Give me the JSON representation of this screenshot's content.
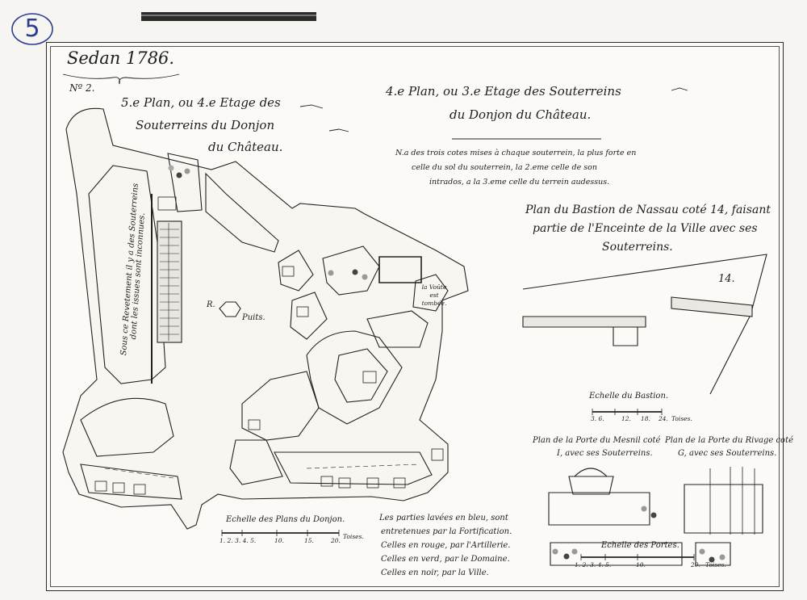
{
  "sheet": {
    "corner_number": "5",
    "header_title": "Sedan 1786.",
    "sheet_number": "Nº 2.",
    "left_title_line1": "5.e Plan, ou 4.e Etage des",
    "left_title_line2": "Souterreins du Donjon",
    "left_title_line3": "du Château.",
    "right_title_line1": "4.e Plan, ou 3.e Etage des Souterreins",
    "right_title_line2": "du Donjon du Château.",
    "note_line1": "N.a des trois cotes mises à chaque souterrein, la plus forte en",
    "note_line2": "celle du sol du souterrein, la 2.eme celle de son",
    "note_line3": "intrados, a la 3.eme celle du terrein audessus.",
    "bastion_title_line1": "Plan du Bastion de Nassau coté 14, faisant",
    "bastion_title_line2": "partie de l'Enceinte de la Ville avec ses",
    "bastion_title_line3": "Souterreins.",
    "bastion_number": "14.",
    "vertical_note_line1": "Sous ce Revetement il y a des Souterreins",
    "vertical_note_line2": "dont les issues sont inconnues.",
    "well_letter": "R.",
    "well_label": "Puits.",
    "vault_label_line1": "la Voûte",
    "vault_label_line2": "est",
    "vault_label_line3": "tombée.",
    "scale_bastion_title": "Echelle du Bastion.",
    "scale_bastion_ticks": [
      "3. 6.",
      "12.",
      "18.",
      "24.",
      "Toises."
    ],
    "porte_mesnil_line1": "Plan de la Porte du Mesnil coté",
    "porte_mesnil_line2": "I, avec ses Souterreins.",
    "porte_rivage_line1": "Plan de la Porte du Rivage coté",
    "porte_rivage_line2": "G, avec ses Souterreins.",
    "scale_portes_title": "Echelle des Portes.",
    "scale_portes_ticks": [
      "1. 2. 3. 4. 5.",
      "10.",
      "20.",
      "Toises."
    ],
    "scale_donjon_title": "Echelle des Plans du Donjon.",
    "scale_donjon_ticks": [
      "1. 2. 3. 4. 5.",
      "10.",
      "15.",
      "20.",
      "Toises."
    ],
    "legend_line1": "Les parties lavées en bleu, sont",
    "legend_line2": "entretenues par la Fortification.",
    "legend_line3": "Celles en rouge, par l'Artillerie.",
    "legend_line4": "Celles en verd, par le Domaine.",
    "legend_line5": "Celles en noir, par la Ville."
  },
  "colors": {
    "paper": "#fbfaf6",
    "ink": "#1e1e1e",
    "pencil_blue": "#2c3e8f",
    "tape": "#2b2b2b"
  }
}
